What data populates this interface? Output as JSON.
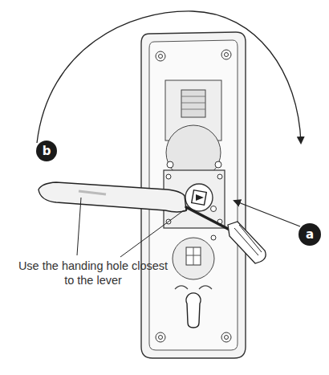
{
  "diagram": {
    "nodes": [
      {
        "text": [
          "b"
        ]
      },
      {
        "text": [
          "a"
        ]
      }
    ],
    "labels": [
      "Use the handing hole closest to the lever"
    ]
  }
}
